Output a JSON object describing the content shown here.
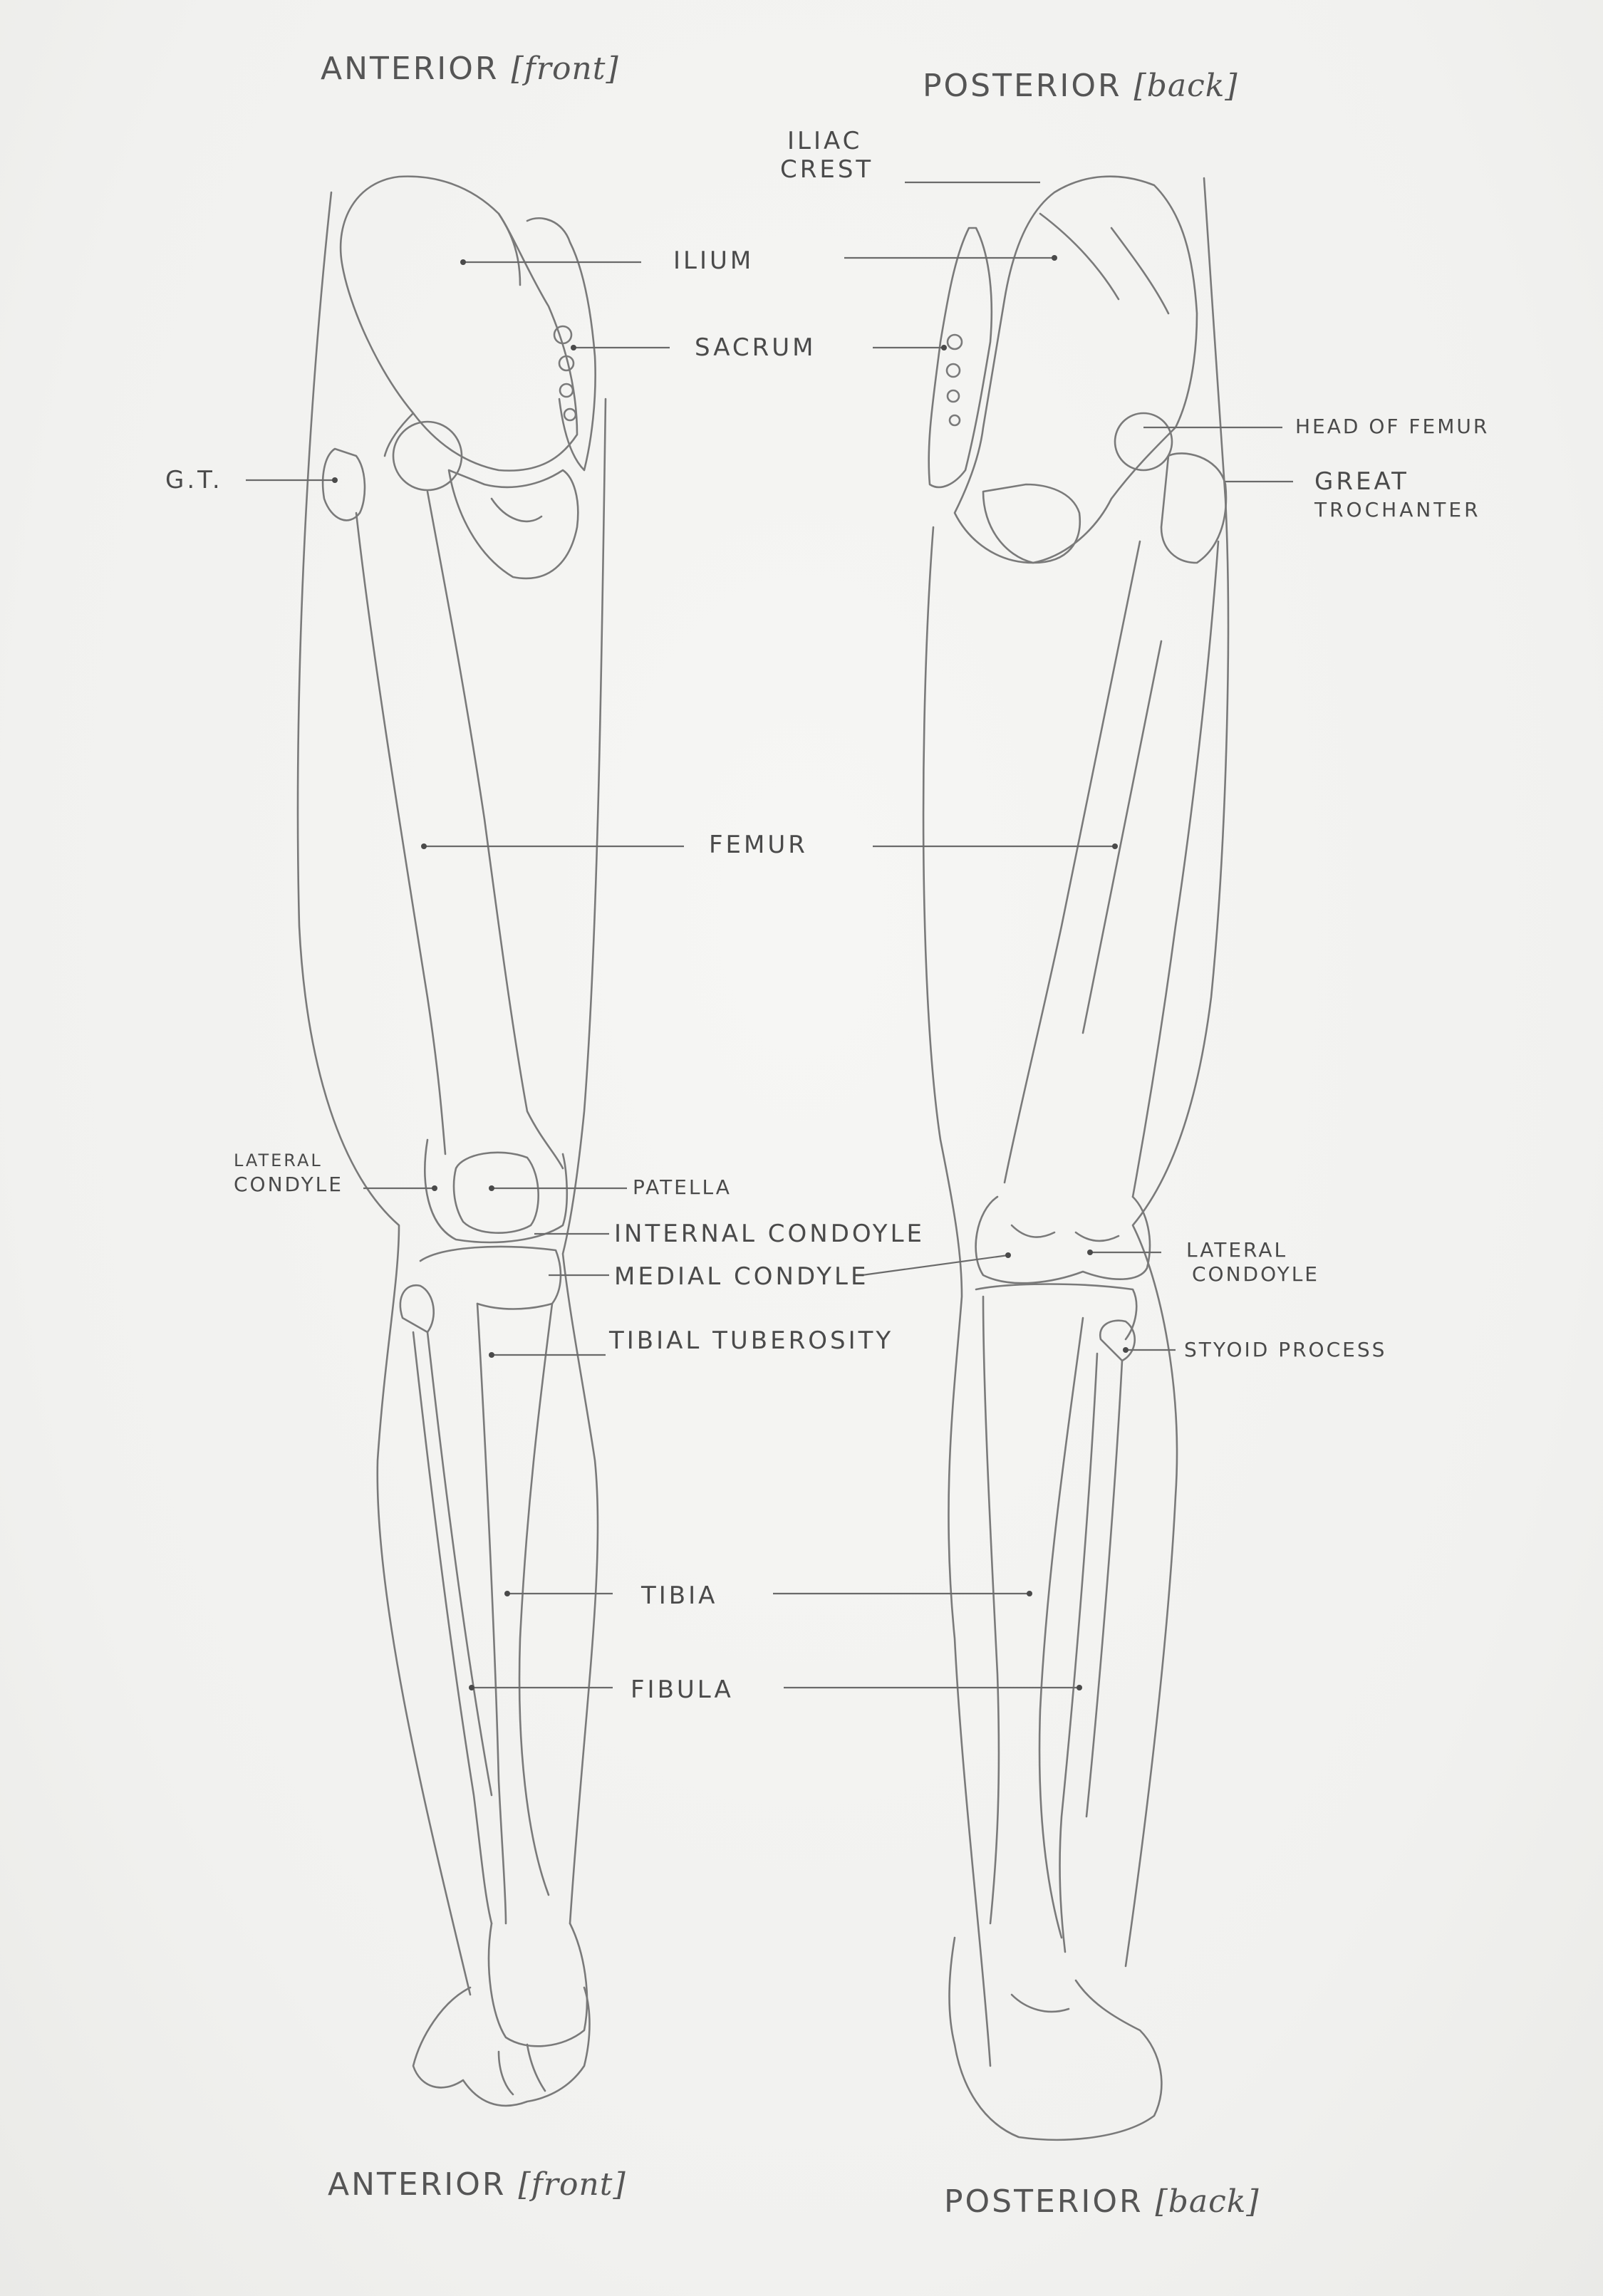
{
  "headers": {
    "top_left": {
      "main": "ANTERIOR",
      "bracket": "[front]"
    },
    "top_right": {
      "main": "POSTERIOR",
      "bracket": "[back]"
    },
    "bottom_left": {
      "main": "ANTERIOR",
      "bracket": "[front]"
    },
    "bottom_right": {
      "main": "POSTERIOR",
      "bracket": "[back]"
    }
  },
  "labels": {
    "iliac_crest": [
      "ILIAC",
      "CREST"
    ],
    "ilium": "ILIUM",
    "sacrum": "SACRUM",
    "head_of_femur": "HEAD OF FEMUR",
    "great_trochanter": [
      "GREAT",
      "TROCHANTER"
    ],
    "gt": "G.T.",
    "femur": "FEMUR",
    "lateral_condyle_left": [
      "LATERAL",
      "CONDYLE"
    ],
    "patella": "PATELLA",
    "internal_condoyle": "INTERNAL CONDOYLE",
    "medial_condyle": "MEDIAL CONDYLE",
    "lateral_condoyle_right": [
      "LATERAL",
      "CONDOYLE"
    ],
    "tibial_tuberosity": "TIBIAL TUBEROSITY",
    "styoid_process": "STYOID PROCESS",
    "tibia": "TIBIA",
    "fibula": "FIBULA"
  },
  "style": {
    "pencil": "#6e6e6e",
    "paper": "#f3f3f1"
  }
}
